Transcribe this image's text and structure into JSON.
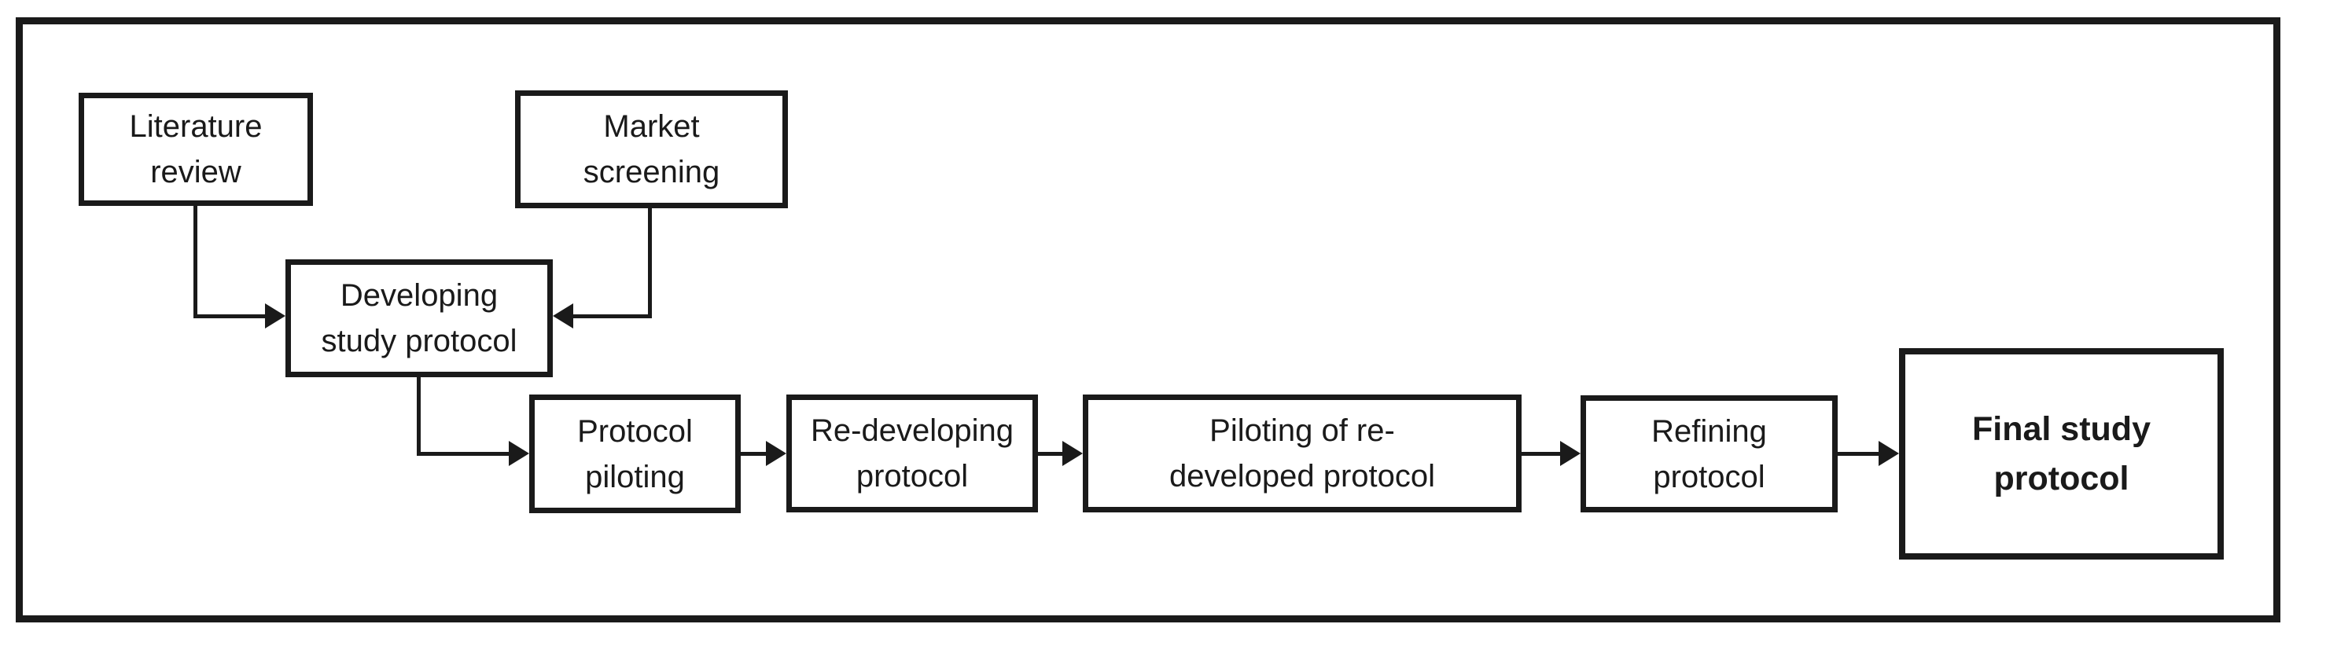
{
  "diagram": {
    "type": "flowchart",
    "colors": {
      "line": "#1a1a1a",
      "box_border": "#1a1a1a",
      "box_fill": "#ffffff",
      "background": "#ffffff"
    },
    "nodes": [
      {
        "id": "literature-review",
        "label": "Literature\nreview",
        "emphasis": "normal"
      },
      {
        "id": "market-screening",
        "label": "Market\nscreening",
        "emphasis": "normal"
      },
      {
        "id": "developing-study-protocol",
        "label": "Developing\nstudy protocol",
        "emphasis": "normal"
      },
      {
        "id": "protocol-piloting",
        "label": "Protocol\npiloting",
        "emphasis": "normal"
      },
      {
        "id": "re-developing-protocol",
        "label": "Re-developing\nprotocol",
        "emphasis": "normal"
      },
      {
        "id": "piloting-of-re-developed-protocol",
        "label": "Piloting of re-\ndeveloped protocol",
        "emphasis": "normal"
      },
      {
        "id": "refining-protocol",
        "label": "Refining\nprotocol",
        "emphasis": "normal"
      },
      {
        "id": "final-study-protocol",
        "label": "Final study\nprotocol",
        "emphasis": "bold"
      }
    ],
    "edges": [
      {
        "from": "literature-review",
        "to": "developing-study-protocol",
        "style": "elbow-down-right"
      },
      {
        "from": "market-screening",
        "to": "developing-study-protocol",
        "style": "elbow-down-left"
      },
      {
        "from": "developing-study-protocol",
        "to": "protocol-piloting",
        "style": "elbow-down-right"
      },
      {
        "from": "protocol-piloting",
        "to": "re-developing-protocol",
        "style": "straight-right"
      },
      {
        "from": "re-developing-protocol",
        "to": "piloting-of-re-developed-protocol",
        "style": "straight-right"
      },
      {
        "from": "piloting-of-re-developed-protocol",
        "to": "refining-protocol",
        "style": "straight-right"
      },
      {
        "from": "refining-protocol",
        "to": "final-study-protocol",
        "style": "straight-right"
      }
    ]
  }
}
